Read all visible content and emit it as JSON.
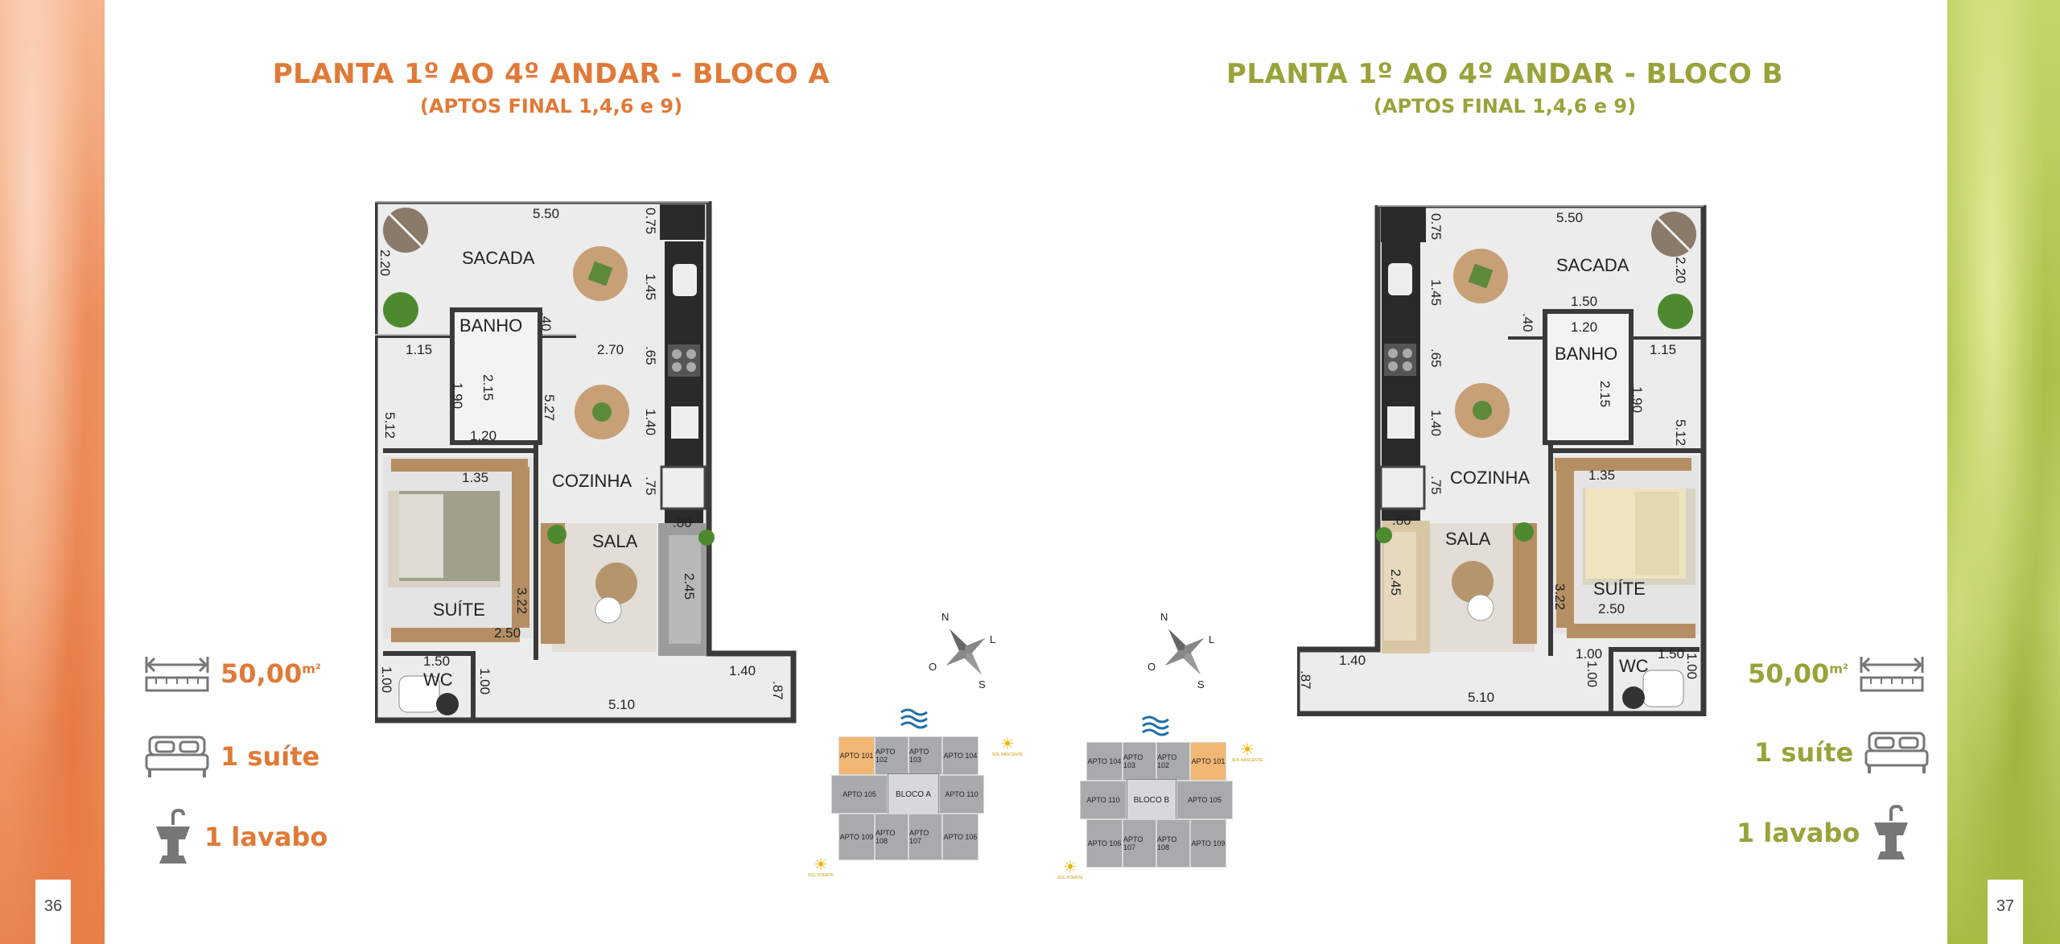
{
  "page_left": {
    "number": "36"
  },
  "page_right": {
    "number": "37"
  },
  "left": {
    "title": "PLANTA 1º AO 4º ANDAR - BLOCO A",
    "subtitle": "(APTOS FINAL 1,4,6 e 9)",
    "area": "50,00",
    "area_unit": "m²",
    "suites": "1 suíte",
    "lavabo": "1 lavabo",
    "accent_color": "#e07a38"
  },
  "right": {
    "title": "PLANTA 1º AO 4º ANDAR - BLOCO B",
    "subtitle": "(APTOS FINAL 1,4,6 e 9)",
    "area": "50,00",
    "area_unit": "m²",
    "suites": "1 suíte",
    "lavabo": "1 lavabo",
    "accent_color": "#99a33a"
  },
  "plan_a": {
    "rooms": {
      "sacada": "SACADA",
      "banho": "BANHO",
      "cozinha": "COZINHA",
      "sala": "SALA",
      "suite": "SUÍTE",
      "wc": "WC"
    },
    "dims": {
      "d550": "5.50",
      "d075": "0.75",
      "d220": "2.20",
      "d145": "1.45",
      "d040": ".40",
      "d115": "1.15",
      "d270": "2.70",
      "d065": ".65",
      "d215": "2.15",
      "d190": "1.90",
      "d527": "5.27",
      "d140": "1.40",
      "d512": "5.12",
      "d120": "1.20",
      "d135": "1.35",
      "d075b": ".75",
      "d080": ".80",
      "d245": "2.45",
      "d322": "3.22",
      "d250": "2.50",
      "d150": "1.50",
      "d100a": "1.00",
      "d100b": "1.00",
      "d140b": "1.40",
      "d087": ".87",
      "d510": "5.10"
    }
  },
  "plan_b": {
    "rooms": {
      "sacada": "SACADA",
      "banho": "BANHO",
      "cozinha": "COZINHA",
      "sala": "SALA",
      "suite": "SUÍTE",
      "wc": "WC"
    },
    "dims": {
      "d550": "5.50",
      "d075": "0.75",
      "d220": "2.20",
      "d145": "1.45",
      "d040": ".40",
      "d150a": "1.50",
      "d120": "1.20",
      "d115": "1.15",
      "d065": ".65",
      "d215": "2.15",
      "d190": "1.90",
      "d140": "1.40",
      "d512": "5.12",
      "d135": "1.35",
      "d075b": ".75",
      "d080": ".80",
      "d245": "2.45",
      "d322": "3.22",
      "d250": "2.50",
      "d100a": "1.00",
      "d100b": "1.00",
      "d150": "1.50",
      "d100c": "1.00",
      "d140b": "1.40",
      "d087": ".87",
      "d510": "5.10"
    }
  },
  "compass_a": {
    "n": "N",
    "l": "L",
    "o": "O",
    "s": "S"
  },
  "compass_b": {
    "n": "N",
    "l": "L",
    "o": "O",
    "s": "S"
  },
  "site_a": {
    "top": [
      "APTO 101",
      "APTO 102",
      "APTO 103",
      "APTO 104"
    ],
    "mid_left": "APTO 105",
    "center": "BLOCO A",
    "mid_right": "APTO 110",
    "bottom": [
      "APTO 109",
      "APTO 108",
      "APTO 107",
      "APTO 106"
    ],
    "sun_label": "SOL NASCENTE",
    "sun_label2": "SOL POENTE"
  },
  "site_b": {
    "top": [
      "APTO 104",
      "APTO 103",
      "APTO 102",
      "APTO 101"
    ],
    "mid_left": "APTO 110",
    "center": "BLOCO B",
    "mid_right": "APTO 105",
    "bottom": [
      "APTO 106",
      "APTO 107",
      "APTO 108",
      "APTO 109"
    ],
    "sun_label": "SOL NASCENTE",
    "sun_label2": "SOL POENTE"
  }
}
